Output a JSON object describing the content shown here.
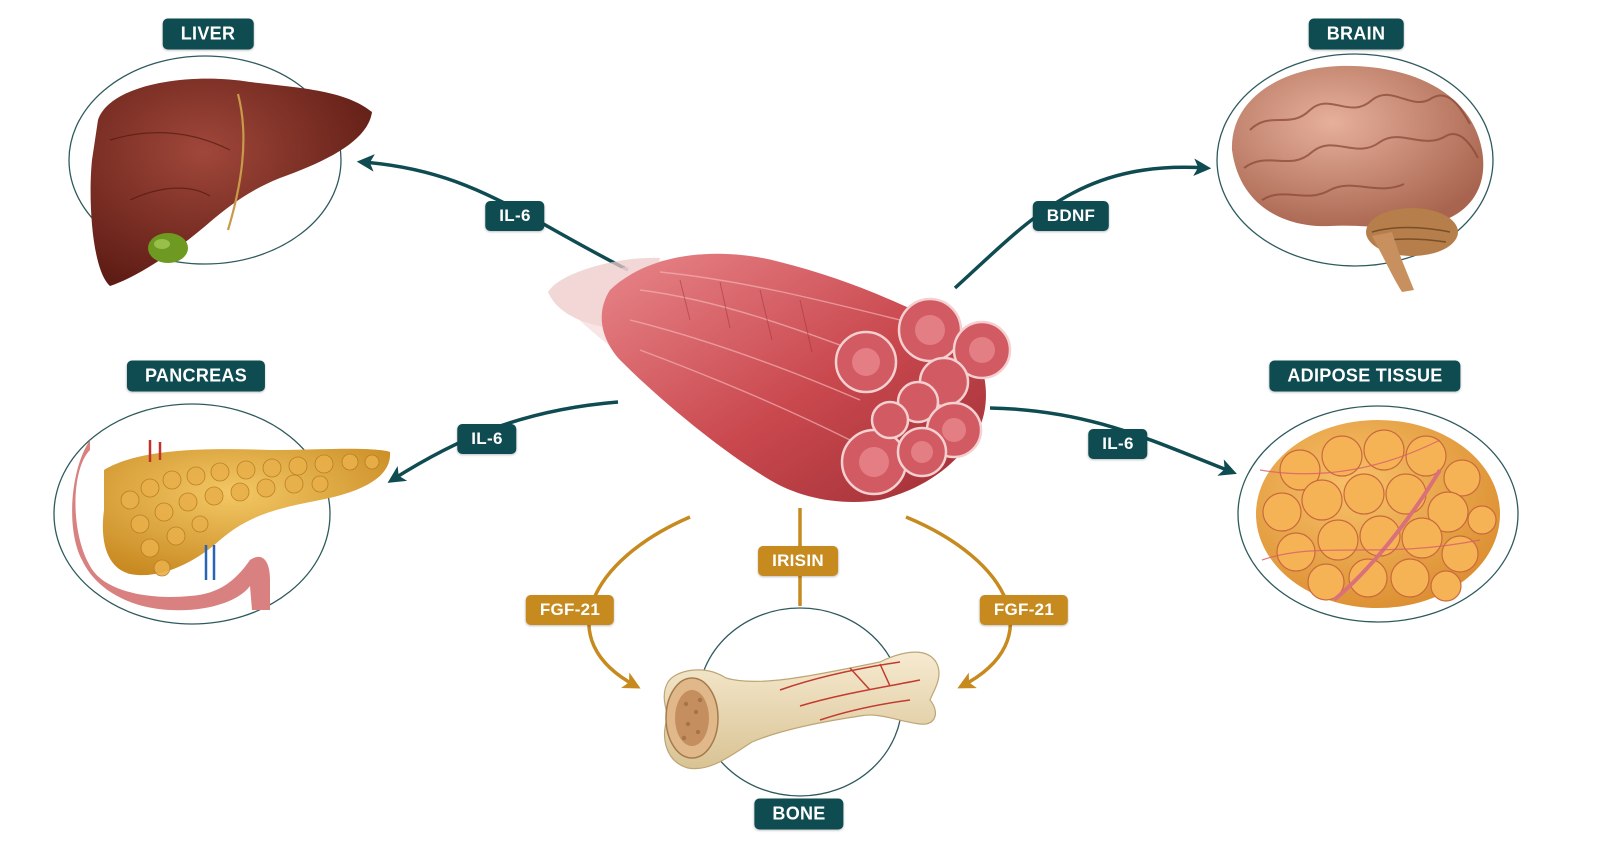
{
  "organs": {
    "liver": {
      "label": "LIVER"
    },
    "brain": {
      "label": "BRAIN"
    },
    "pancreas": {
      "label": "PANCREAS"
    },
    "adipose": {
      "label": "ADIPOSE TISSUE"
    },
    "bone": {
      "label": "BONE"
    }
  },
  "signals": {
    "liver": "IL-6",
    "brain": "BDNF",
    "pancreas": "IL-6",
    "adipose": "IL-6",
    "bone_left": "FGF-21",
    "bone_center": "IRISIN",
    "bone_right": "FGF-21"
  },
  "colors": {
    "teal": "#0f4c52",
    "gold": "#c78a1e",
    "muscle": "#c9484e",
    "liver": "#7d2c20",
    "brain": "#c98a72",
    "pancreas": "#e2a63a",
    "adipose": "#efa445",
    "bone": "#ecdcb2"
  },
  "icons": {
    "center": "muscle-fiber-bundle-illustration",
    "liver": "liver-illustration",
    "brain": "brain-illustration",
    "pancreas": "pancreas-illustration",
    "adipose": "adipose-tissue-illustration",
    "bone": "bone-cross-section-illustration"
  }
}
